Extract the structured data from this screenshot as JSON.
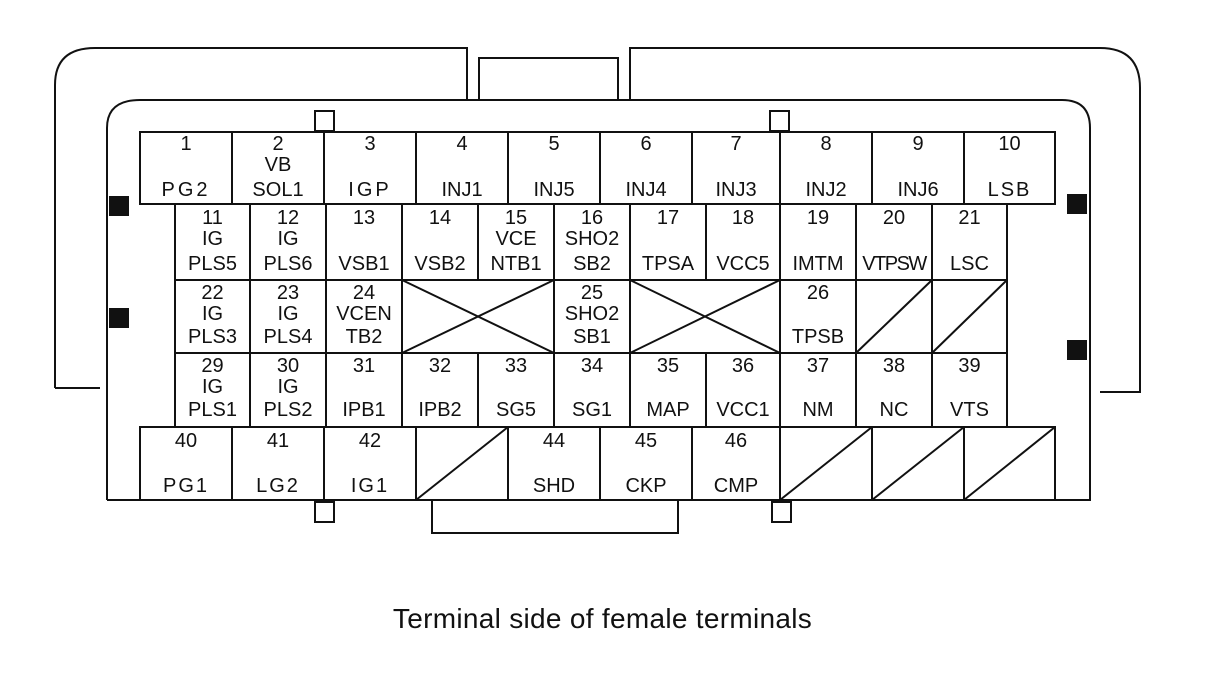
{
  "caption": "Terminal side of female terminals",
  "rows": [
    {
      "cells": [
        {
          "num": "1",
          "line1": "",
          "line2": "PG2"
        },
        {
          "num": "2",
          "line1": "VB",
          "line2": "SOL1"
        },
        {
          "num": "3",
          "line1": "",
          "line2": "IGP"
        },
        {
          "num": "4",
          "line1": "",
          "line2": "INJ1"
        },
        {
          "num": "5",
          "line1": "",
          "line2": "INJ5"
        },
        {
          "num": "6",
          "line1": "",
          "line2": "INJ4"
        },
        {
          "num": "7",
          "line1": "",
          "line2": "INJ3"
        },
        {
          "num": "8",
          "line1": "",
          "line2": "INJ2"
        },
        {
          "num": "9",
          "line1": "",
          "line2": "INJ6"
        },
        {
          "num": "10",
          "line1": "",
          "line2": "LSB"
        }
      ]
    },
    {
      "cells": [
        {
          "num": "11",
          "line1": "IG",
          "line2": "PLS5"
        },
        {
          "num": "12",
          "line1": "IG",
          "line2": "PLS6"
        },
        {
          "num": "13",
          "line1": "",
          "line2": "VSB1"
        },
        {
          "num": "14",
          "line1": "",
          "line2": "VSB2"
        },
        {
          "num": "15",
          "line1": "VCE",
          "line2": "NTB1"
        },
        {
          "num": "16",
          "line1": "SHO2",
          "line2": "SB2"
        },
        {
          "num": "17",
          "line1": "",
          "line2": "TPSA"
        },
        {
          "num": "18",
          "line1": "",
          "line2": "VCC5"
        },
        {
          "num": "19",
          "line1": "",
          "line2": "IMTM"
        },
        {
          "num": "20",
          "line1": "",
          "line2": "VTPSW"
        },
        {
          "num": "21",
          "line1": "",
          "line2": "LSC"
        }
      ]
    },
    {
      "cells": [
        {
          "num": "22",
          "line1": "IG",
          "line2": "PLS3"
        },
        {
          "num": "23",
          "line1": "IG",
          "line2": "PLS4"
        },
        {
          "num": "24",
          "line1": "VCEN",
          "line2": "TB2"
        },
        {
          "num": "25",
          "line1": "SHO2",
          "line2": "SB1"
        },
        {
          "num": "26",
          "line1": "",
          "line2": "TPSB"
        }
      ]
    },
    {
      "cells": [
        {
          "num": "29",
          "line1": "IG",
          "line2": "PLS1"
        },
        {
          "num": "30",
          "line1": "IG",
          "line2": "PLS2"
        },
        {
          "num": "31",
          "line1": "",
          "line2": "IPB1"
        },
        {
          "num": "32",
          "line1": "",
          "line2": "IPB2"
        },
        {
          "num": "33",
          "line1": "",
          "line2": "SG5"
        },
        {
          "num": "34",
          "line1": "",
          "line2": "SG1"
        },
        {
          "num": "35",
          "line1": "",
          "line2": "MAP"
        },
        {
          "num": "36",
          "line1": "",
          "line2": "VCC1"
        },
        {
          "num": "37",
          "line1": "",
          "line2": "NM"
        },
        {
          "num": "38",
          "line1": "",
          "line2": "NC"
        },
        {
          "num": "39",
          "line1": "",
          "line2": "VTS"
        }
      ]
    },
    {
      "cells": [
        {
          "num": "40",
          "line1": "",
          "line2": "PG1"
        },
        {
          "num": "41",
          "line1": "",
          "line2": "LG2"
        },
        {
          "num": "42",
          "line1": "",
          "line2": "IG1"
        },
        {
          "num": "44",
          "line1": "",
          "line2": "SHD"
        },
        {
          "num": "45",
          "line1": "",
          "line2": "CKP"
        },
        {
          "num": "46",
          "line1": "",
          "line2": "CMP"
        }
      ]
    }
  ]
}
